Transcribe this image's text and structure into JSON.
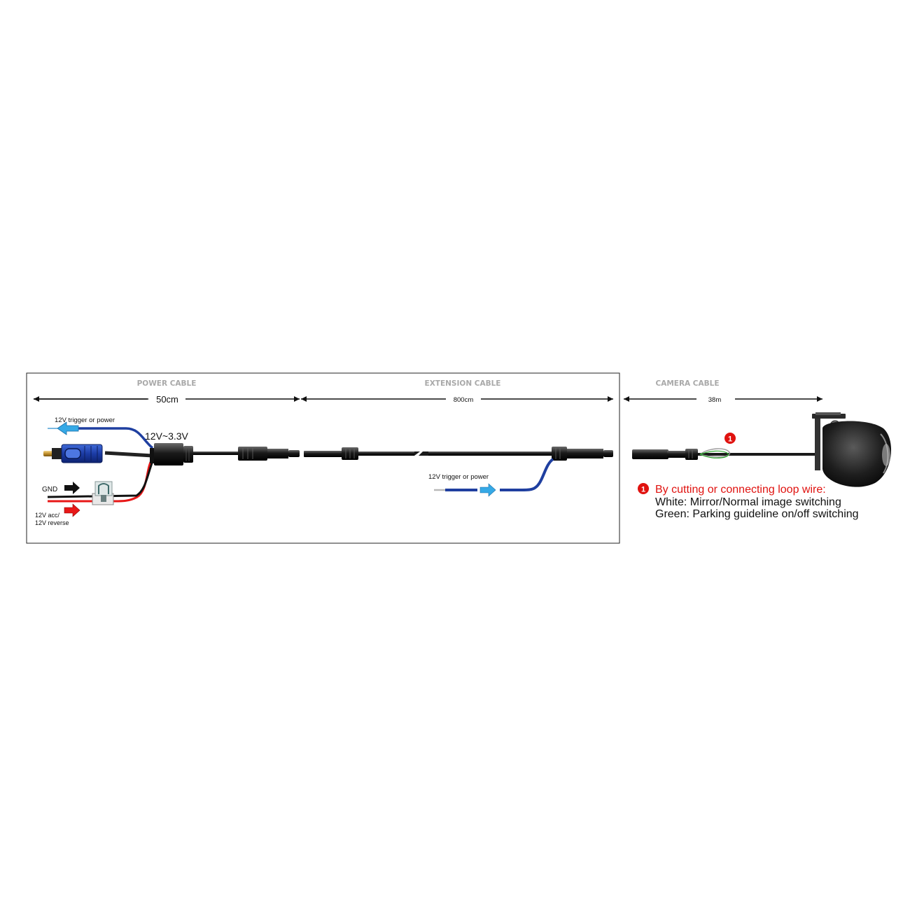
{
  "sections": {
    "power": {
      "title": "POWER CABLE",
      "length": "50cm"
    },
    "extension": {
      "title": "EXTENSION CABLE",
      "length": "800cm"
    },
    "camera": {
      "title": "CAMERA CABLE",
      "length": "38m"
    }
  },
  "labels": {
    "trigger_top": "12V  trigger or power",
    "voltage": "12V~3.3V",
    "gnd": "GND",
    "acc_line1": "12V acc/",
    "acc_line2": "12V reverse",
    "trigger_ext": "12V  trigger or power"
  },
  "note": {
    "marker": "1",
    "title": "By cutting or connecting loop wire:",
    "line1": "White: Mirror/Normal image switching",
    "line2": "Green: Parking guideline on/off switching"
  },
  "colors": {
    "accent_red": "#e0120f",
    "wire_blue": "#1f3fa0",
    "arrow_cyan": "#35a9e6",
    "wire_red": "#e81818",
    "cable_black": "#1a1a1a",
    "title_gray": "#a9a9a9"
  }
}
